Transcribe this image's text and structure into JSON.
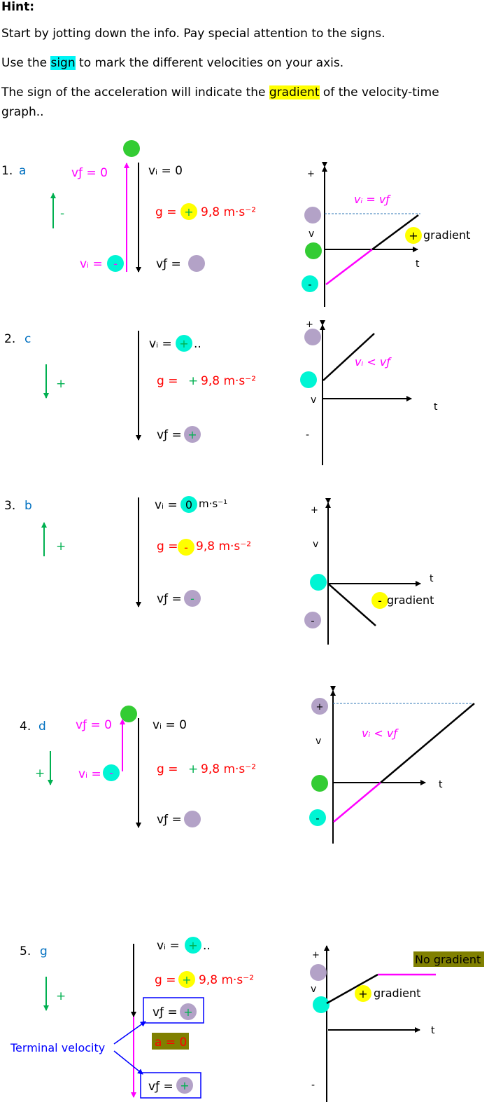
{
  "hint": {
    "title": "Hint:",
    "line1": "Start by jotting down the info. Pay special attention to the signs.",
    "line2_pre": "Use the ",
    "line2_hl": "sign",
    "line2_post": " to mark the different velocities on your axis.",
    "line3_pre": "The sign of the acceleration will indicate the ",
    "line3_hl": "gradient",
    "line3_post": " of the velocity-time",
    "line4": "graph.."
  },
  "colors": {
    "magenta": "#ff00ff",
    "red": "#ff0000",
    "green": "#00b050",
    "blue": "#0070c0",
    "dark_blue": "#0000ff",
    "cyan": "#00f5d4",
    "lilac": "#b3a2c7",
    "dot_green": "#33cc33",
    "yellow": "#ffff00",
    "olive": "#808000"
  },
  "problems": [
    {
      "num": "1.",
      "letter": "a",
      "vi_label": "vᵢ = 0",
      "g_label": "g = ",
      "g_sign": "+",
      "g_value": "9,8 m·s⁻²",
      "vf_label": "vƒ = ",
      "vf_sign": "",
      "left_vf_label": "vƒ = 0",
      "left_vi_label": "vᵢ =",
      "left_vi_sign": "-",
      "dir_sign": "-",
      "graph": {
        "plus": "+",
        "v": "v",
        "t": "t",
        "ann": "vᵢ = vƒ",
        "cyan_sign": "-",
        "grad_sign": "+",
        "grad_text": "gradient"
      }
    },
    {
      "num": "2.",
      "letter": "c",
      "vi_label": "vᵢ =",
      "vi_sign": "+",
      "vi_suffix": "..",
      "g_label": "g = ",
      "g_sign": "+",
      "g_value": "9,8 m·s⁻²",
      "vf_label": "vƒ =",
      "vf_sign": "+",
      "dir_sign": "+",
      "graph": {
        "plus": "+",
        "minus": "-",
        "v": "v",
        "t": "t",
        "ann": "vᵢ < vƒ"
      }
    },
    {
      "num": "3.",
      "letter": "b",
      "vi_label": "vᵢ =",
      "vi_zero": "0",
      "vi_unit": "m·s⁻¹",
      "g_label": "g = ",
      "g_sign": "-",
      "g_value": "9,8 m·s⁻²",
      "vf_label": "vƒ =",
      "vf_sign": "-",
      "dir_sign": "+",
      "graph": {
        "plus": "+",
        "v": "v",
        "t": "t",
        "lilac_sign": "-",
        "grad_sign": "-",
        "grad_text": "gradient"
      }
    },
    {
      "num": "4.",
      "letter": "d",
      "vi_label": "vᵢ = 0",
      "g_label": "g = ",
      "g_sign": "+",
      "g_value": "9,8 m·s⁻²",
      "vf_label": "vƒ =",
      "vf_sign": "",
      "left_vf_label": "vƒ = 0",
      "left_vi_label": "vᵢ =",
      "left_vi_sign": "-",
      "dir_sign": "+",
      "graph": {
        "plus": "+",
        "v": "v",
        "t": "t",
        "ann": "vᵢ < vƒ",
        "cyan_sign": "-"
      }
    },
    {
      "num": "5.",
      "letter": "g",
      "vi_label": "vᵢ =",
      "vi_sign": "+",
      "vi_suffix": "..",
      "g_label": "g = ",
      "g_sign": "+",
      "g_value": "9,8 m·s⁻²",
      "vf_label": "vƒ =",
      "vf_sign": "+",
      "a_label": "a = 0",
      "terminal_label": "Terminal velocity",
      "dir_sign": "+",
      "graph": {
        "plus": "+",
        "minus": "-",
        "v": "v",
        "t": "t",
        "grad_sign": "+",
        "grad_text": "gradient",
        "no_gradient": "No gradient"
      }
    }
  ]
}
